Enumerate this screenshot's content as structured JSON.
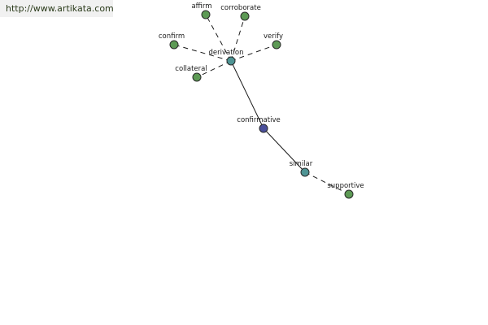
{
  "source": {
    "url_text": "http://www.artikata.com"
  },
  "colors": {
    "center": "#4a4f9a",
    "intermediate": "#4e9494",
    "leaf": "#5d9a55"
  },
  "nodes": [
    {
      "id": "confirmative",
      "label": "confirmative",
      "kind": "center"
    },
    {
      "id": "similar",
      "label": "similar",
      "kind": "intermediate"
    },
    {
      "id": "supportive",
      "label": "supportive",
      "kind": "leaf"
    },
    {
      "id": "derivation",
      "label": "derivation",
      "kind": "intermediate"
    },
    {
      "id": "affirm",
      "label": "affirm",
      "kind": "leaf"
    },
    {
      "id": "corroborate",
      "label": "corroborate",
      "kind": "leaf"
    },
    {
      "id": "confirm",
      "label": "confirm",
      "kind": "leaf"
    },
    {
      "id": "verify",
      "label": "verify",
      "kind": "leaf"
    },
    {
      "id": "collateral",
      "label": "collateral",
      "kind": "leaf"
    }
  ],
  "edges": [
    {
      "from": "confirmative",
      "to": "derivation",
      "style": "solid"
    },
    {
      "from": "confirmative",
      "to": "similar",
      "style": "solid"
    },
    {
      "from": "similar",
      "to": "supportive",
      "style": "dashed"
    },
    {
      "from": "derivation",
      "to": "affirm",
      "style": "dashed"
    },
    {
      "from": "derivation",
      "to": "corroborate",
      "style": "dashed"
    },
    {
      "from": "derivation",
      "to": "confirm",
      "style": "dashed"
    },
    {
      "from": "derivation",
      "to": "verify",
      "style": "dashed"
    },
    {
      "from": "derivation",
      "to": "collateral",
      "style": "dashed"
    }
  ]
}
